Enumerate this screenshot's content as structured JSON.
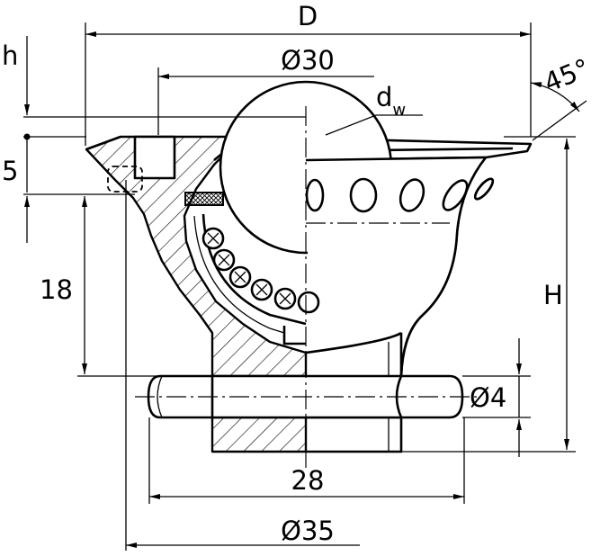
{
  "dimensions": {
    "D": "D",
    "h": "h",
    "H": "H",
    "five": "5",
    "eighteen": "18",
    "dia30": "Ø30",
    "dia35": "Ø35",
    "dia4": "Ø4",
    "twentyeight": "28",
    "angle": "45°",
    "dw_base": "d",
    "dw_sub": "w"
  }
}
